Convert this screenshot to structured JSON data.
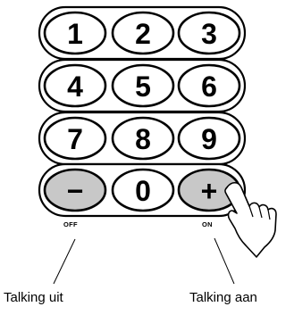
{
  "keypad": {
    "rows": [
      [
        "1",
        "2",
        "3"
      ],
      [
        "4",
        "5",
        "6"
      ],
      [
        "7",
        "8",
        "9"
      ],
      [
        "−",
        "0",
        "+"
      ]
    ],
    "highlighted_keys": [
      "−",
      "+"
    ],
    "key_fill": "#ffffff",
    "highlight_fill": "#c8c8c8",
    "stroke_color": "#000000"
  },
  "labels": {
    "minus_key": "OFF",
    "plus_key": "ON"
  },
  "callouts": {
    "left": "Talking uit",
    "right": "Talking aan"
  },
  "icons": {
    "hand": "pointing-hand-icon"
  }
}
